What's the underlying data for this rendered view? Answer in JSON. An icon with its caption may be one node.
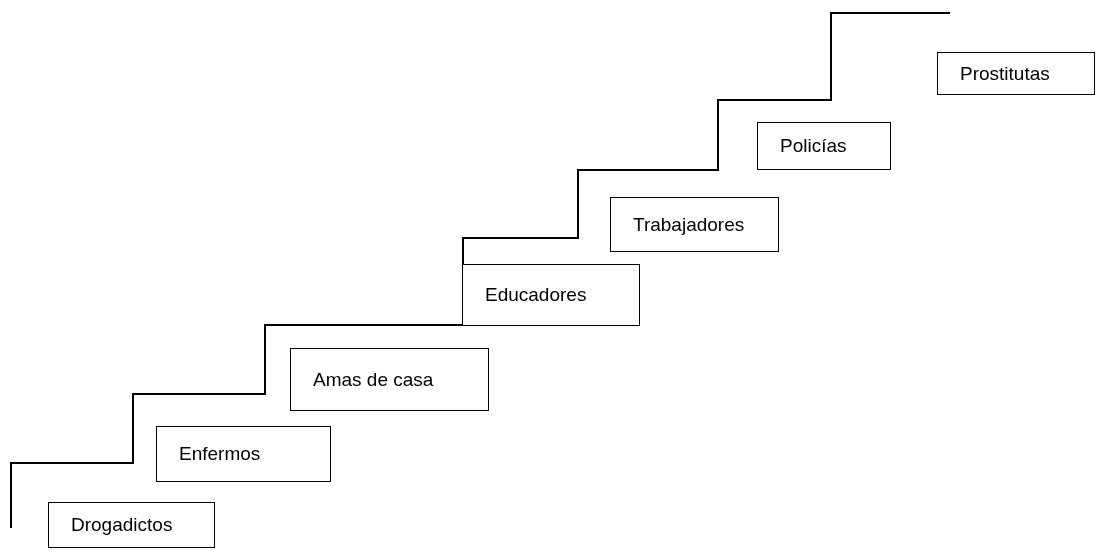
{
  "diagram": {
    "nodes": [
      {
        "text": [
          "Drogadictos"
        ]
      },
      {
        "text": [
          "Enfermos"
        ]
      },
      {
        "text": [
          "Amas de casa"
        ]
      },
      {
        "text": [
          "Educadores"
        ]
      },
      {
        "text": [
          "Trabajadores"
        ]
      },
      {
        "text": [
          "Policías"
        ]
      },
      {
        "text": [
          "Prostitutas"
        ]
      }
    ]
  }
}
